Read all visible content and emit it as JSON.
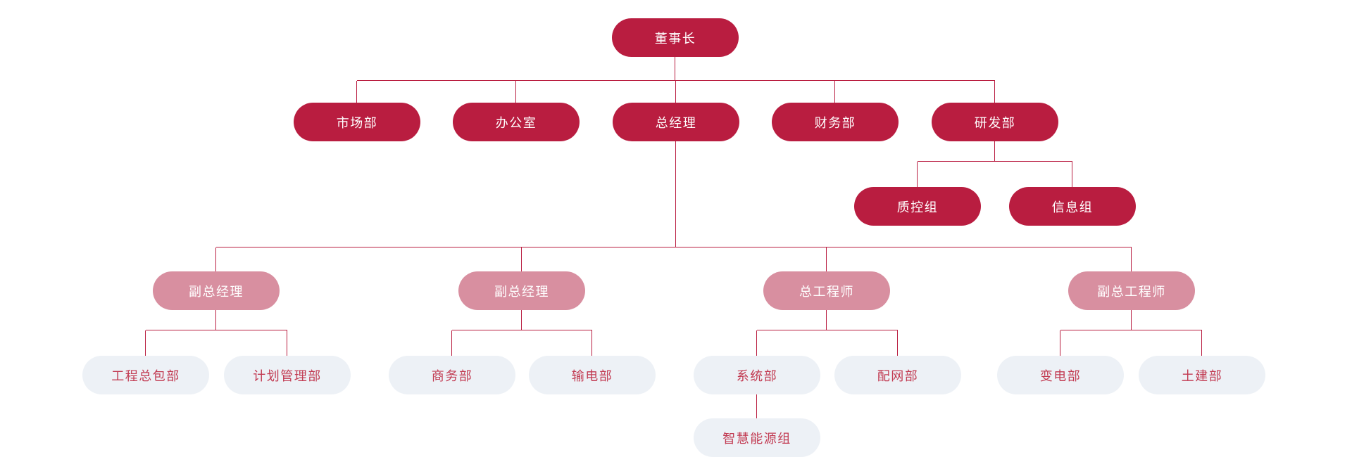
{
  "colors": {
    "background": "#ffffff",
    "level1_fill": "#b91d40",
    "level2_fill": "#d88fa0",
    "level3_fill": "#edf1f6",
    "level3_text": "#c23b52",
    "node_text_on_fill": "#ffffff",
    "connector_line": "#b91d40"
  },
  "org_chart": {
    "type": "org-tree",
    "nodes": [
      {
        "label": "董事长",
        "level": 1,
        "parent": null
      },
      {
        "label": "市场部",
        "level": 2,
        "parent": "董事长"
      },
      {
        "label": "办公室",
        "level": 2,
        "parent": "董事长"
      },
      {
        "label": "总经理",
        "level": 2,
        "parent": "董事长"
      },
      {
        "label": "财务部",
        "level": 2,
        "parent": "董事长"
      },
      {
        "label": "研发部",
        "level": 2,
        "parent": "董事长"
      },
      {
        "label": "质控组",
        "level": 3,
        "parent": "研发部"
      },
      {
        "label": "信息组",
        "level": 3,
        "parent": "研发部"
      },
      {
        "label": "副总经理",
        "level": 3,
        "parent": "总经理"
      },
      {
        "label": "副总经理",
        "level": 3,
        "parent": "总经理"
      },
      {
        "label": "总工程师",
        "level": 3,
        "parent": "总经理"
      },
      {
        "label": "副总工程师",
        "level": 3,
        "parent": "总经理"
      },
      {
        "label": "工程总包部",
        "level": 4,
        "parent": "副总经理(1)"
      },
      {
        "label": "计划管理部",
        "level": 4,
        "parent": "副总经理(1)"
      },
      {
        "label": "商务部",
        "level": 4,
        "parent": "副总经理(2)"
      },
      {
        "label": "输电部",
        "level": 4,
        "parent": "副总经理(2)"
      },
      {
        "label": "系统部",
        "level": 4,
        "parent": "总工程师"
      },
      {
        "label": "配网部",
        "level": 4,
        "parent": "总工程师"
      },
      {
        "label": "变电部",
        "level": 4,
        "parent": "副总工程师"
      },
      {
        "label": "土建部",
        "level": 4,
        "parent": "副总工程师"
      },
      {
        "label": "智慧能源组",
        "level": 5,
        "parent": "系统部"
      }
    ]
  }
}
